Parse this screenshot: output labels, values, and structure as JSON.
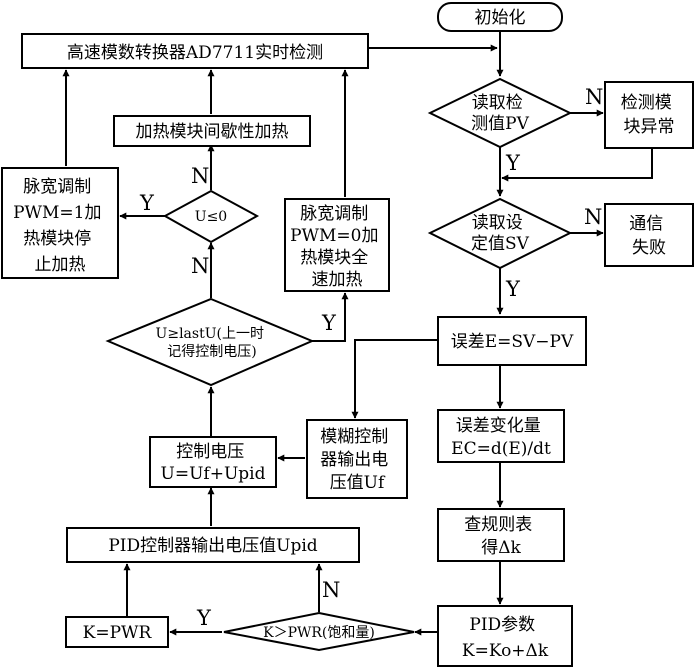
{
  "nodes": {
    "start": {
      "text": [
        "初始化"
      ]
    },
    "adc": {
      "text": [
        "高速模数转换器AD7711实时检测"
      ]
    },
    "read_pv": {
      "text": [
        "读取检",
        "测值PV"
      ]
    },
    "err_module": {
      "text": [
        "检测模",
        "块异常"
      ]
    },
    "read_sv": {
      "text": [
        "读取设",
        "定值SV"
      ]
    },
    "err_comm": {
      "text": [
        "通信",
        "失败"
      ]
    },
    "error_calc": {
      "text": [
        "误差E=SV−PV"
      ]
    },
    "ec_calc": {
      "text": [
        "误差变化量",
        "EC=d(E)/dt"
      ]
    },
    "lookup": {
      "text": [
        "查规则表",
        "得Δk"
      ]
    },
    "pid_params": {
      "text": [
        "PID参数",
        "K=Ko+Δk"
      ]
    },
    "fuzzy_out": {
      "text": [
        "模糊控制",
        "器输出电",
        "压值Uf"
      ]
    },
    "control_v": {
      "text": [
        "控制电压",
        "U=Uf+Upid"
      ]
    },
    "pid_out": {
      "text": [
        "PID控制器输出电压值Upid"
      ]
    },
    "k_pwr": {
      "text": [
        "K=PWR"
      ]
    },
    "k_gt_pwr": {
      "text": [
        "K＞PWR(饱和量)"
      ]
    },
    "u_ge_last": {
      "text": [
        "U≥lastU(上一时",
        "记得控制电压)"
      ]
    },
    "pwm0": {
      "text": [
        "脉宽调制",
        "PWM=0加",
        "热模块全",
        "速加热"
      ]
    },
    "u_le_0": {
      "text": [
        "U≤0"
      ]
    },
    "intermittent": {
      "text": [
        "加热模块间歇性加热"
      ]
    },
    "pwm1": {
      "text": [
        "脉宽调制",
        "PWM=1加",
        "热模块停",
        "止加热"
      ]
    }
  },
  "branch_labels": {
    "pv_no": "N",
    "pv_yes": "Y",
    "sv_no": "N",
    "sv_yes": "Y",
    "kpwr_yes": "Y",
    "kpwr_no": "N",
    "ulast_yes": "Y",
    "ulast_no": "N",
    "ule0_no": "N",
    "ule0_yes": "Y"
  }
}
